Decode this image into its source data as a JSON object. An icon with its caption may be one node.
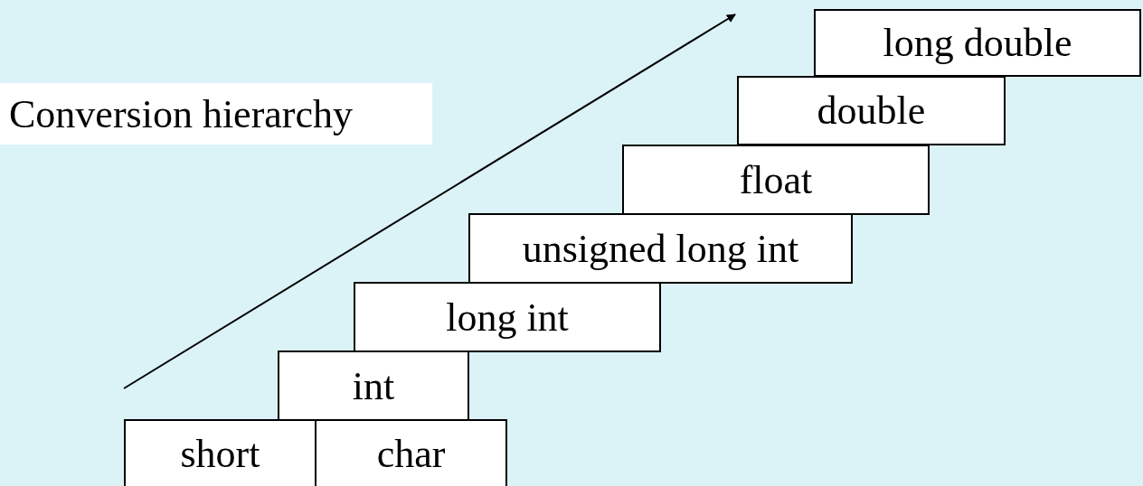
{
  "diagram": {
    "nodes": [
      {
        "text": [
          "Conversion hierarchy"
        ]
      },
      {
        "text": [
          "long double"
        ]
      },
      {
        "text": [
          "double"
        ]
      },
      {
        "text": [
          "float"
        ]
      },
      {
        "text": [
          "unsigned long int"
        ]
      },
      {
        "text": [
          "long int"
        ]
      },
      {
        "text": [
          "int"
        ]
      },
      {
        "text": [
          "short"
        ]
      },
      {
        "text": [
          "char"
        ]
      }
    ]
  }
}
